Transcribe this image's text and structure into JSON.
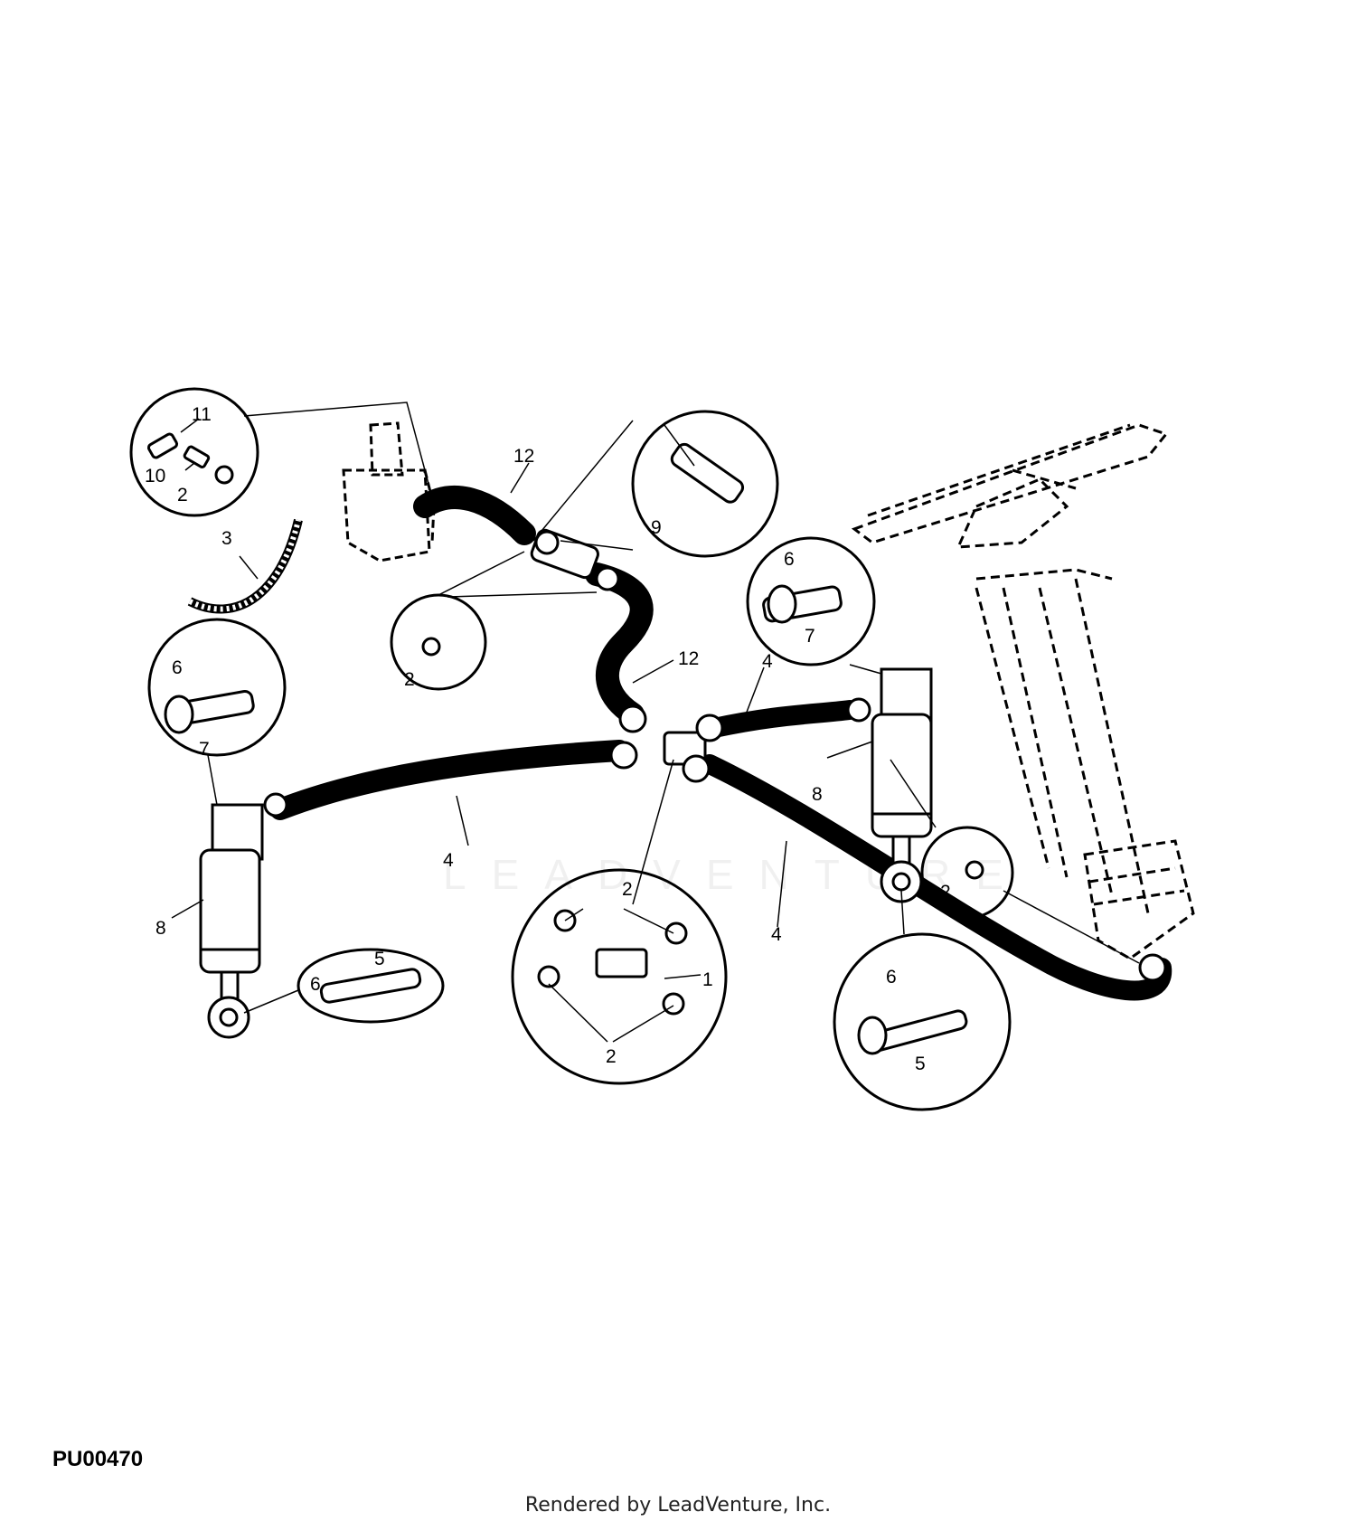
{
  "diagram": {
    "figure_id": "PU00470",
    "footer": "Rendered by LeadVenture, Inc.",
    "callouts": {
      "c1": "1",
      "c2a": "2",
      "c2b": "2",
      "c2c": "2",
      "c2d": "2",
      "c2e": "2",
      "c3": "3",
      "c4a": "4",
      "c4b": "4",
      "c4c": "4",
      "c5a": "5",
      "c5b": "5",
      "c6a": "6",
      "c6b": "6",
      "c6c": "6",
      "c6d": "6",
      "c7a": "7",
      "c7b": "7",
      "c8a": "8",
      "c8b": "8",
      "c9": "9",
      "c10": "10",
      "c11": "11",
      "c12a": "12",
      "c12b": "12"
    }
  }
}
